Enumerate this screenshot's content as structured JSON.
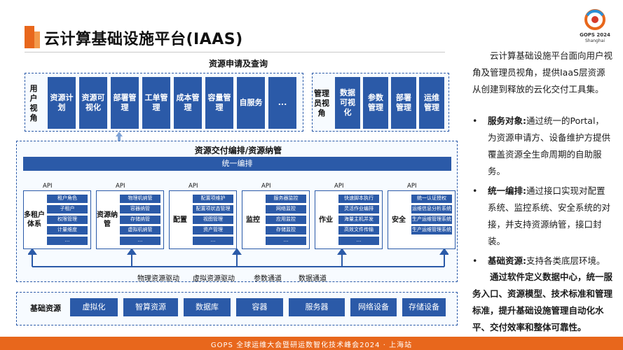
{
  "title": "云计算基础设施平台(IAAS)",
  "logo": {
    "line1": "GOPS 2024",
    "line2": "Shanghai"
  },
  "colors": {
    "accent": "#e8671c",
    "primary": "#2b5aa8"
  },
  "request": {
    "title": "资源申请及查询",
    "tenant_label": "用户视角",
    "tenant_items": [
      "资源计划",
      "资源可视化",
      "部署管理",
      "工单管理",
      "成本管理",
      "容量管理",
      "自服务",
      "..."
    ],
    "admin_label": "管理员视角",
    "admin_items": [
      "数据可视化",
      "参数管理",
      "部署管理",
      "运维管理"
    ]
  },
  "orchestration": {
    "title": "资源交付编排/资源纳管",
    "unified": "统一编排",
    "api_label": "API",
    "modules": [
      {
        "label": "多租户体系",
        "items": [
          "租户角色",
          "子租户",
          "权限管理",
          "计量维度",
          "..."
        ]
      },
      {
        "label": "资源纳管",
        "items": [
          "物理机纳管",
          "容器纳管",
          "存储纳管",
          "虚拟机纳管",
          "..."
        ]
      },
      {
        "label": "配置",
        "items": [
          "配置项维护",
          "配置项状态管理",
          "视图管理",
          "资产管理",
          "..."
        ]
      },
      {
        "label": "监控",
        "items": [
          "服务器监控",
          "网络监控",
          "应用监控",
          "存储监控",
          "..."
        ]
      },
      {
        "label": "作业",
        "items": [
          "快速脚本执行",
          "灵活作业编排",
          "海量主机并发",
          "高效文件传输",
          "..."
        ]
      },
      {
        "label": "安全",
        "items": [
          "统一认证授权",
          "运维信息分析系统",
          "生产运维管理系统",
          "生产运维管理系统"
        ]
      }
    ]
  },
  "drivers": [
    "物理资源驱动",
    "虚拟资源驱动",
    "参数通道",
    "数据通道"
  ],
  "base": {
    "label": "基础资源",
    "items": [
      "虚拟化",
      "智算资源",
      "数据库",
      "容器",
      "服务器",
      "网络设备",
      "存储设备"
    ]
  },
  "description": {
    "intro": "云计算基础设施平台面向用户视角及管理员视角，提供IaaS层资源从创建到释放的云化交付工具集。",
    "bullets": [
      {
        "head": "服务对象:",
        "text": "通过统一的Portal，为资源申请方、设备维护方提供覆盖资源全生命周期的自助服务。"
      },
      {
        "head": "统一编排:",
        "text": "通过接口实现对配置系统、监控系统、安全系统的对接，并支持资源纳管，接口封装。"
      },
      {
        "head": "基础资源:",
        "text": "支持各类底层环境。"
      }
    ],
    "summary": "通过软件定义数据中心，统一服务入口、资源模型、技术标准和管理标准，提升基础设施管理自动化水平、交付效率和整体可靠性。"
  },
  "footer": "GOPS 全球运维大会暨研运数智化技术峰会2024 · 上海站"
}
